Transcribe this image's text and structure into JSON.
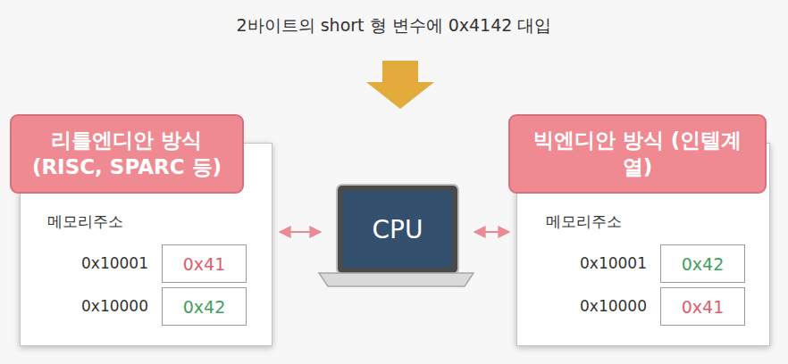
{
  "diagram": {
    "title": "2바이트의 short 형 변수에 0x4142 대입",
    "nodes": [
      {
        "text": [
          "메모리주소"
        ]
      },
      {
        "text": [
          "리틀엔디안 방식 (RISC, SPARC 등)"
        ],
        "in": 0
      },
      {
        "text": [
          "0x41"
        ],
        "in": 0
      },
      {
        "text": [
          "0x42"
        ],
        "in": 0
      },
      {
        "text": [
          "CPU"
        ]
      },
      {
        "text": [
          "메모리주소"
        ]
      },
      {
        "text": [
          "빅엔디안 방식 (인텔계열)"
        ],
        "in": 5
      },
      {
        "text": [
          "0x42"
        ],
        "in": 5
      },
      {
        "text": [
          "0x41"
        ],
        "in": 5
      }
    ],
    "edges": [
      {
        "from": 0,
        "to": 4,
        "arrow": "both"
      },
      {
        "from": 4,
        "to": 5,
        "arrow": "both"
      }
    ],
    "labels": [
      "0x10001",
      "0x10000",
      "0x10001",
      "0x10000"
    ]
  }
}
